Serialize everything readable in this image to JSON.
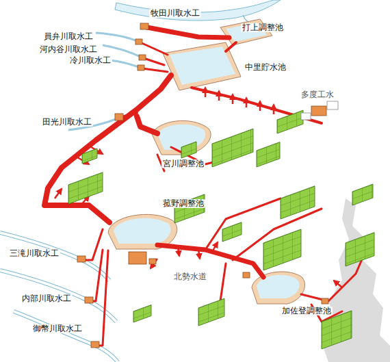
{
  "diagram": {
    "labels": [
      "牧田川取水工",
      "打上調整池",
      "員弁川取水工",
      "河内谷川取水工",
      "冷川取水工",
      "中里貯水池",
      "多度工水",
      "田光川取水工",
      "宮川調整池",
      "菰野調整池",
      "三滝川取水工",
      "北勢水道",
      "加佐登調整池",
      "内部川取水工",
      "御幣川取水工"
    ]
  }
}
